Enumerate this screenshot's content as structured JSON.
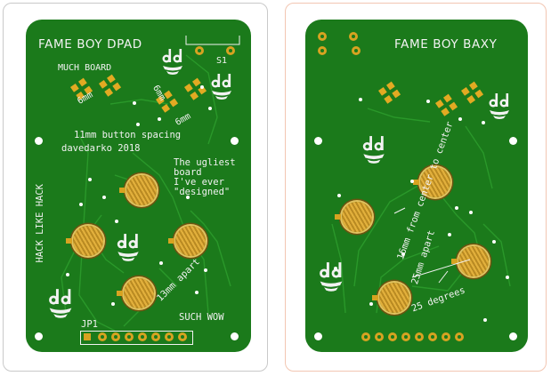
{
  "left_board": {
    "title": "FAME BOY DPAD",
    "subtitle": "MUCH BOARD",
    "switch_label": "S1",
    "dim_a": "6mm",
    "dim_b": "6mm",
    "dim_c": "6mm",
    "spacing_note": "11mm button spacing",
    "credit": "davedarko 2018",
    "quote": "The ugliest\nboard\nI've ever\n\"designed\"",
    "side_text": "HACK LIKE HACK",
    "apart_note": "13mm apart",
    "footer": "SUCH WOW",
    "connector_label": "JP1"
  },
  "right_board": {
    "title": "FAME BOY BAXY",
    "center_note": "16mm from center to center",
    "apart_note": "25mm apart",
    "angle_note": "25 degrees"
  },
  "colors": {
    "soldermask": "#1b7a1b",
    "silkscreen": "#f2f2f2",
    "copper": "#d7a321"
  },
  "icons": {
    "logo": "dd-logo-icon"
  }
}
